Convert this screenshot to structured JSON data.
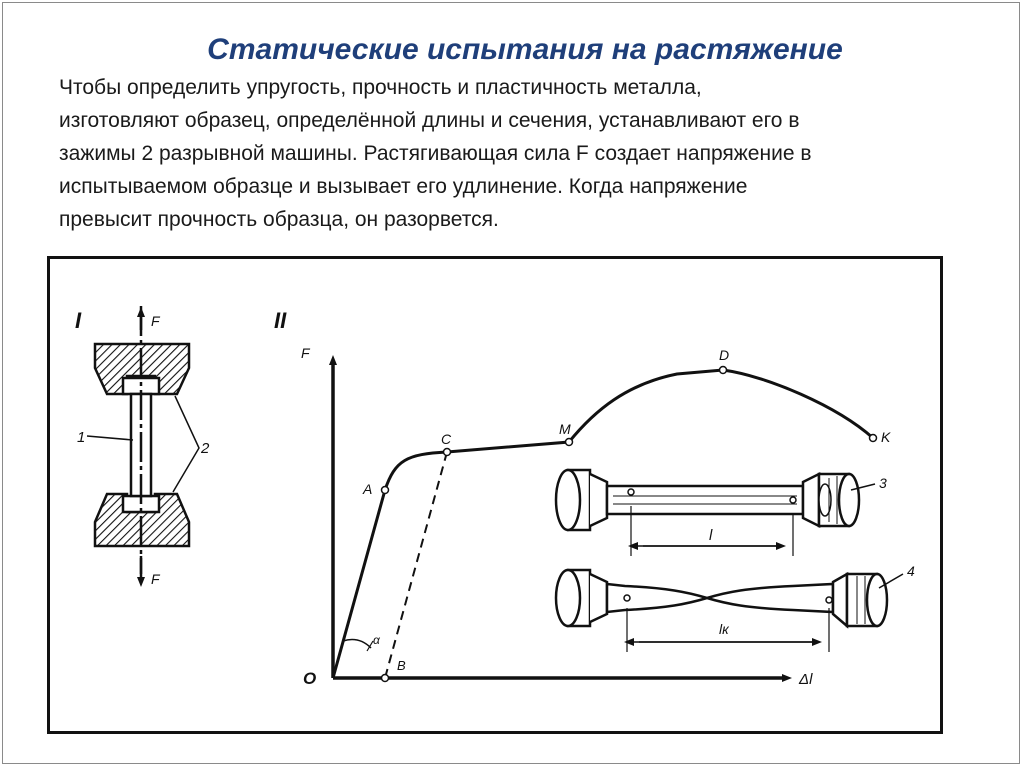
{
  "slide": {
    "title": "Статические испытания на растяжение",
    "paragraph_lines": [
      "Чтобы определить упругость, прочность и пластичность металла,",
      "изготовляют образец, определённой длины и сечения, устанавливают его в",
      "зажимы 2 разрывной машины. Растягивающая сила F создает напряжение в",
      "испытываемом образце и вызывает его удлинение. Когда напряжение",
      "превысит прочность образца, он разорвется."
    ]
  },
  "figure": {
    "panel_one": {
      "roman": "I",
      "force_top": "F",
      "force_bottom": "F",
      "label_sample": "1",
      "label_grips": "2"
    },
    "panel_two": {
      "roman": "II",
      "y_axis": "F",
      "x_axis": "Δl",
      "origin": "O",
      "points": {
        "A": "A",
        "C": "C",
        "M": "M",
        "D": "D",
        "K": "K",
        "B": "B"
      },
      "angle": "α",
      "sample_3": "3",
      "sample_4": "4",
      "length_l": "l",
      "length_lk": "lк"
    }
  }
}
